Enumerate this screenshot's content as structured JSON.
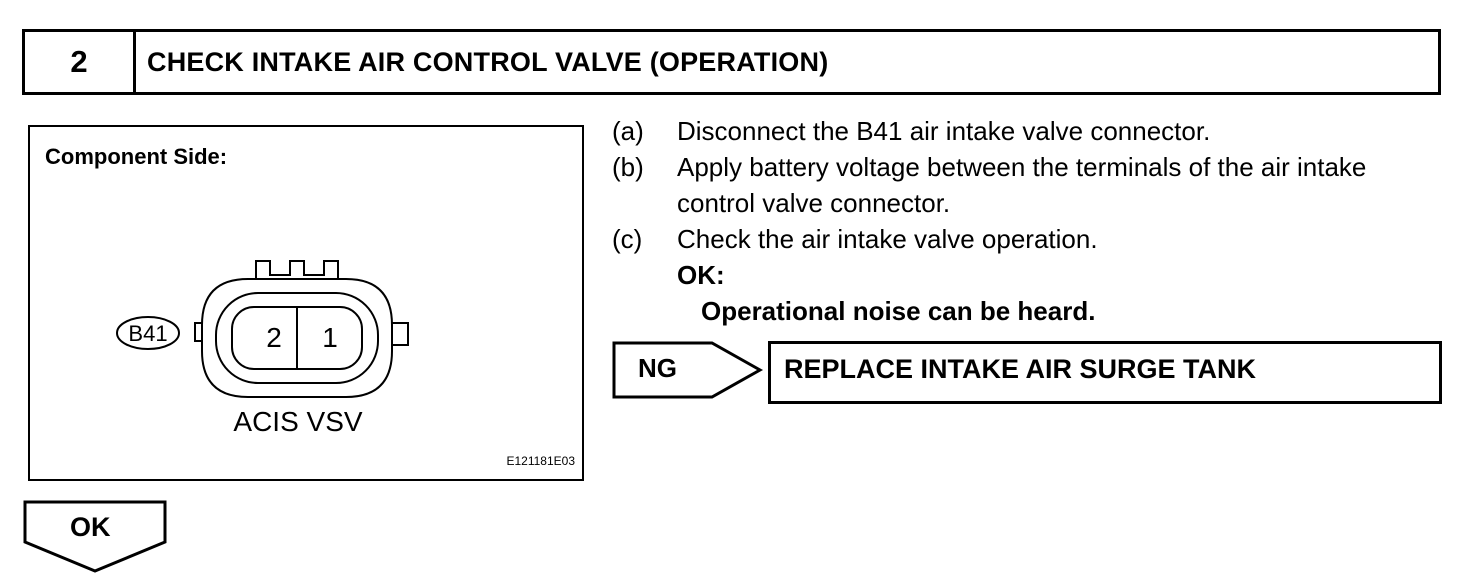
{
  "step": {
    "number": "2",
    "title": "CHECK INTAKE AIR CONTROL VALVE (OPERATION)"
  },
  "illustration": {
    "component_label": "Component Side:",
    "connector_id": "B41",
    "terminal_left": "2",
    "terminal_right": "1",
    "part_name": "ACIS VSV",
    "figure_code": "E121181E03"
  },
  "instructions": [
    {
      "marker": "(a)",
      "text": "Disconnect the B41 air intake valve connector."
    },
    {
      "marker": "(b)",
      "text": "Apply battery voltage between the terminals of the air intake control valve connector."
    },
    {
      "marker": "(c)",
      "text": "Check the air intake valve operation."
    }
  ],
  "result": {
    "ok_label": "OK:",
    "ok_text": "Operational noise can be heard."
  },
  "ng_branch": {
    "label": "NG",
    "action": "REPLACE INTAKE AIR SURGE TANK"
  },
  "ok_branch": {
    "label": "OK"
  }
}
